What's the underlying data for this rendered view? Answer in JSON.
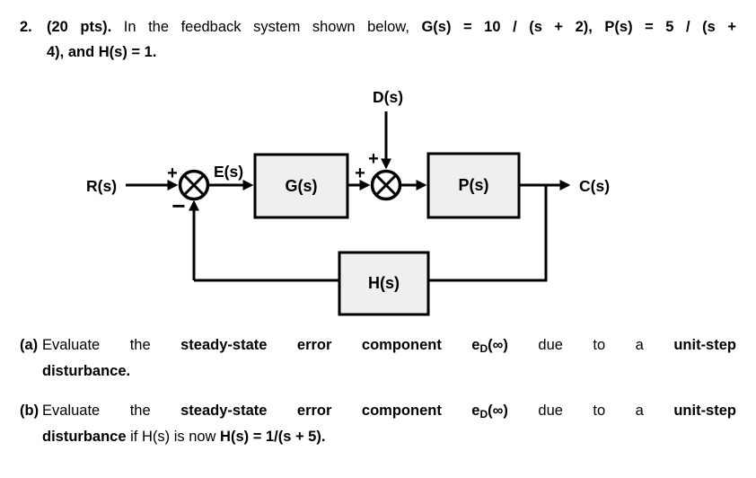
{
  "problem": {
    "number": "2.",
    "line1_bold_points": "(20 pts).",
    "line1_regular": " In the feedback system shown below, ",
    "line1_bold_givens": "G(s) = 10 / (s + 2), P(s) = 5 / (s +",
    "line2_bold": "4), and H(s) = 1."
  },
  "diagram": {
    "labels": {
      "input": "R(s)",
      "error": "E(s)",
      "disturbance": "D(s)",
      "output": "C(s)",
      "block_g": "G(s)",
      "block_p": "P(s)",
      "block_h": "H(s)",
      "sum1_plus": "+",
      "sum1_minus": "−",
      "sum2_plus_left": "+",
      "sum2_plus_top": "+"
    },
    "colors": {
      "block_fill": "#efefef",
      "stroke": "#000000"
    }
  },
  "part_a": {
    "marker": "(a)",
    "line1": {
      "regular1": "Evaluate the ",
      "bold1": "steady-state error component ",
      "e_base": "e",
      "e_sub": "D",
      "e_paren": "(∞)",
      "regular2": " due to a ",
      "bold2": "unit-step"
    },
    "line2_bold": "disturbance."
  },
  "part_b": {
    "marker": "(b)",
    "line1": {
      "regular1": "Evaluate the ",
      "bold1": "steady-state error component ",
      "e_base": "e",
      "e_sub": "D",
      "e_paren": "(∞)",
      "regular2": " due to a ",
      "bold2": "unit-step"
    },
    "line2_bold": "disturbance",
    "line2_regular": " if H(s) is now ",
    "line2_bold2": "H(s) = 1/(s + 5)."
  }
}
